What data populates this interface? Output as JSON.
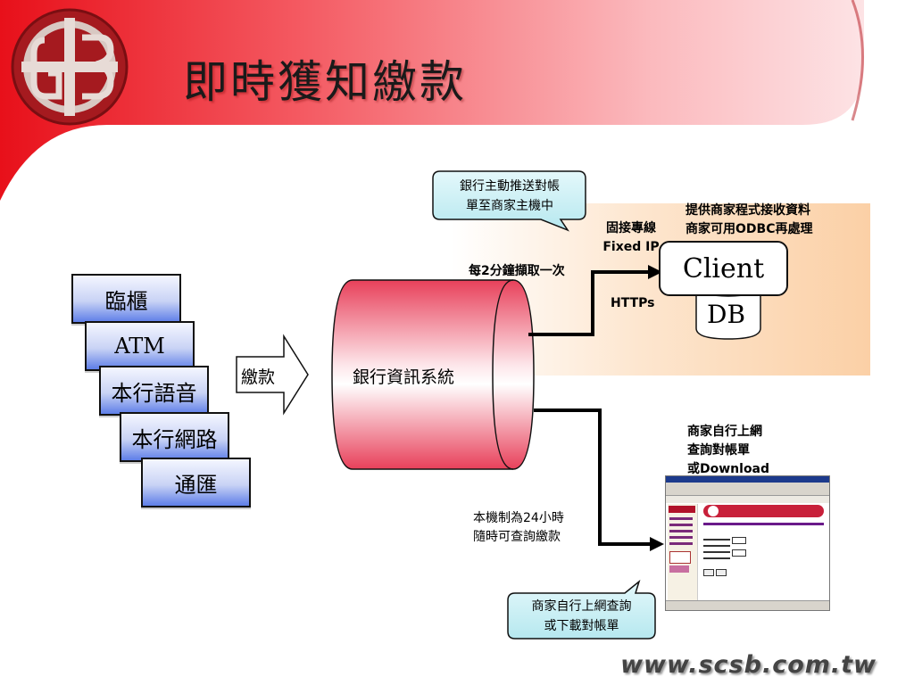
{
  "title": "即時獲知繳款",
  "channels": [
    "臨櫃",
    "ATM",
    "本行語音",
    "本行網路",
    "通匯"
  ],
  "payment_arrow_label": "繳款",
  "bank_system": "銀行資訊系統",
  "callout_top": [
    "銀行主動推送對帳",
    "單至商家主機中"
  ],
  "polling_label": "每2分鐘擷取一次",
  "fixed_line": [
    "固接專線",
    "Fixed IP"
  ],
  "https_label": "HTTPs",
  "merchant_program": [
    "提供商家程式接收資料",
    "商家可用ODBC再處理"
  ],
  "client_label": "Client",
  "db_label": "DB",
  "merchant_online": [
    "商家自行上網",
    "查詢對帳單",
    "或Download"
  ],
  "mechanism": [
    "本機制為24小時",
    "隨時可查詢繳款"
  ],
  "callout_bottom": [
    "商家自行上網查詢",
    "或下載對帳單"
  ],
  "website": "www.scsb.com.tw",
  "colors": {
    "header_red": "#e8101a",
    "header_pink": "#f7a3a8",
    "channel_blue": "#5e7ee8",
    "callout_fill": "#cbf0f4",
    "orange_area": "#fbd0a6",
    "arrow": "#000000"
  }
}
